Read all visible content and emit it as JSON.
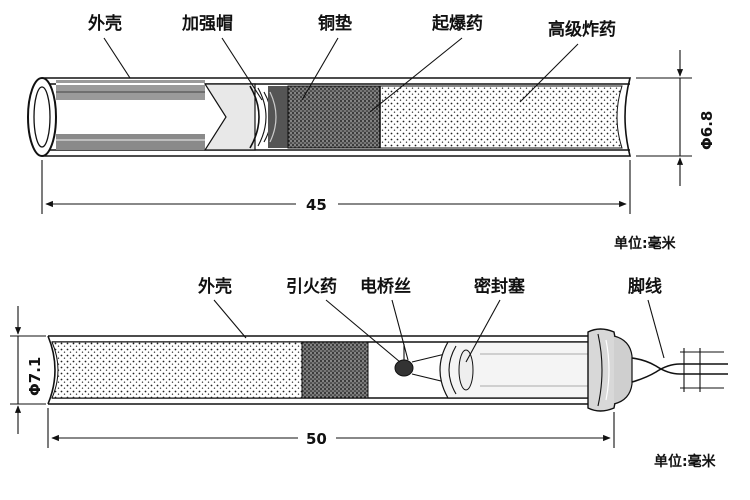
{
  "top_detonator": {
    "labels": {
      "shell": "外壳",
      "reinforcing_cap": "加强帽",
      "copper_pad": "铜垫",
      "primary_explosive": "起爆药",
      "high_explosive": "高级炸药"
    },
    "length": "45",
    "diameter": "Φ6.8",
    "unit": "单位:毫米"
  },
  "bottom_detonator": {
    "labels": {
      "shell": "外壳",
      "igniter_charge": "引火药",
      "bridge_wire": "电桥丝",
      "seal_plug": "密封塞",
      "leg_wires": "脚线"
    },
    "length": "50",
    "diameter": "Φ7.1",
    "unit": "单位:毫米"
  }
}
